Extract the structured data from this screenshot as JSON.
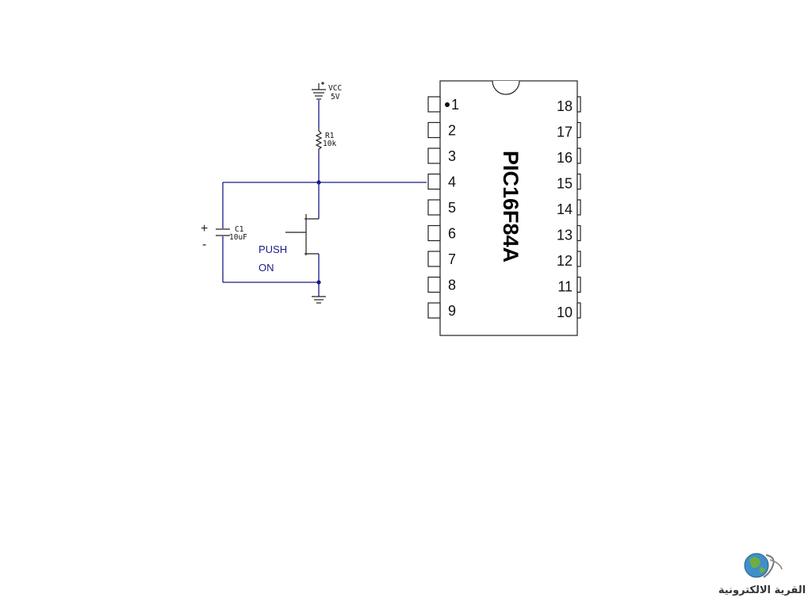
{
  "vcc": {
    "name": "VCC",
    "value": "5V"
  },
  "resistor": {
    "ref": "R1",
    "value": "10k"
  },
  "capacitor": {
    "ref": "C1",
    "value": "10uF",
    "plus": "+",
    "minus": "-"
  },
  "switch": {
    "line1": "PUSH",
    "line2": "ON"
  },
  "chip": {
    "name": "PIC16F84A",
    "left_pins": [
      "1",
      "2",
      "3",
      "4",
      "5",
      "6",
      "7",
      "8",
      "9"
    ],
    "right_pins": [
      "18",
      "17",
      "16",
      "15",
      "14",
      "13",
      "12",
      "11",
      "10"
    ]
  },
  "logo": {
    "text": "القرية الالكترونية"
  },
  "colors": {
    "wire": "#1a1a8c",
    "component": "#222222"
  }
}
